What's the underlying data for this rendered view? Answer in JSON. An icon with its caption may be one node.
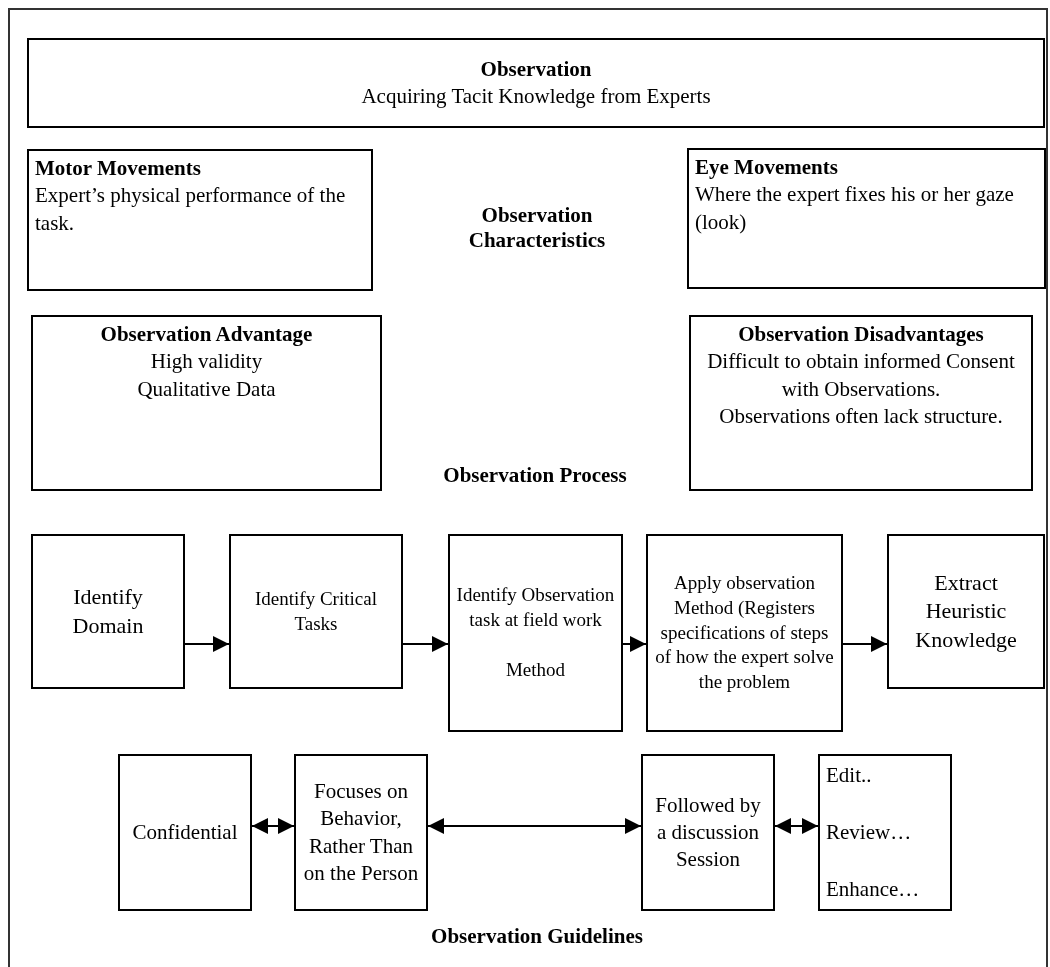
{
  "diagram": {
    "nodes": [
      {
        "text": [
          "Observation",
          "Acquiring Tacit Knowledge from Experts"
        ]
      },
      {
        "text": [
          "Motor Movements",
          "Expert’s physical performance of the task."
        ]
      },
      {
        "text": [
          "Eye Movements",
          "Where the expert fixes his or her gaze (look)"
        ]
      },
      {
        "text": [
          "Observation Advantage",
          "High validity",
          "Qualitative Data"
        ]
      },
      {
        "text": [
          "Observation Disadvantages",
          "Difficult to obtain informed Consent with Observations.",
          "Observations often lack structure."
        ]
      },
      {
        "text": [
          "Identify Domain"
        ]
      },
      {
        "text": [
          "Identify Critical Tasks"
        ]
      },
      {
        "text": [
          "Identify Observation task at field work",
          "Method"
        ]
      },
      {
        "text": [
          "Apply observation Method (Registers specifications of steps of how the expert solve the problem"
        ]
      },
      {
        "text": [
          "Extract Heuristic Knowledge"
        ]
      },
      {
        "text": [
          "Confidential"
        ]
      },
      {
        "text": [
          "Focuses on Behavior, Rather Than on the Person"
        ]
      },
      {
        "text": [
          "Followed by a discussion Session"
        ]
      },
      {
        "text": [
          "Edit..",
          "Review…",
          "Enhance…"
        ]
      }
    ],
    "edges": [
      {
        "from": 5,
        "to": 6,
        "arrow": "to"
      },
      {
        "from": 6,
        "to": 7,
        "arrow": "to"
      },
      {
        "from": 7,
        "to": 8,
        "arrow": "to"
      },
      {
        "from": 8,
        "to": 9,
        "arrow": "to"
      },
      {
        "from": 10,
        "to": 11,
        "arrow": "both"
      },
      {
        "from": 11,
        "to": 12,
        "arrow": "both"
      },
      {
        "from": 12,
        "to": 13,
        "arrow": "both"
      }
    ],
    "labels": [
      "Observation Characteristics",
      "Observation Process",
      "Observation Guidelines"
    ]
  }
}
